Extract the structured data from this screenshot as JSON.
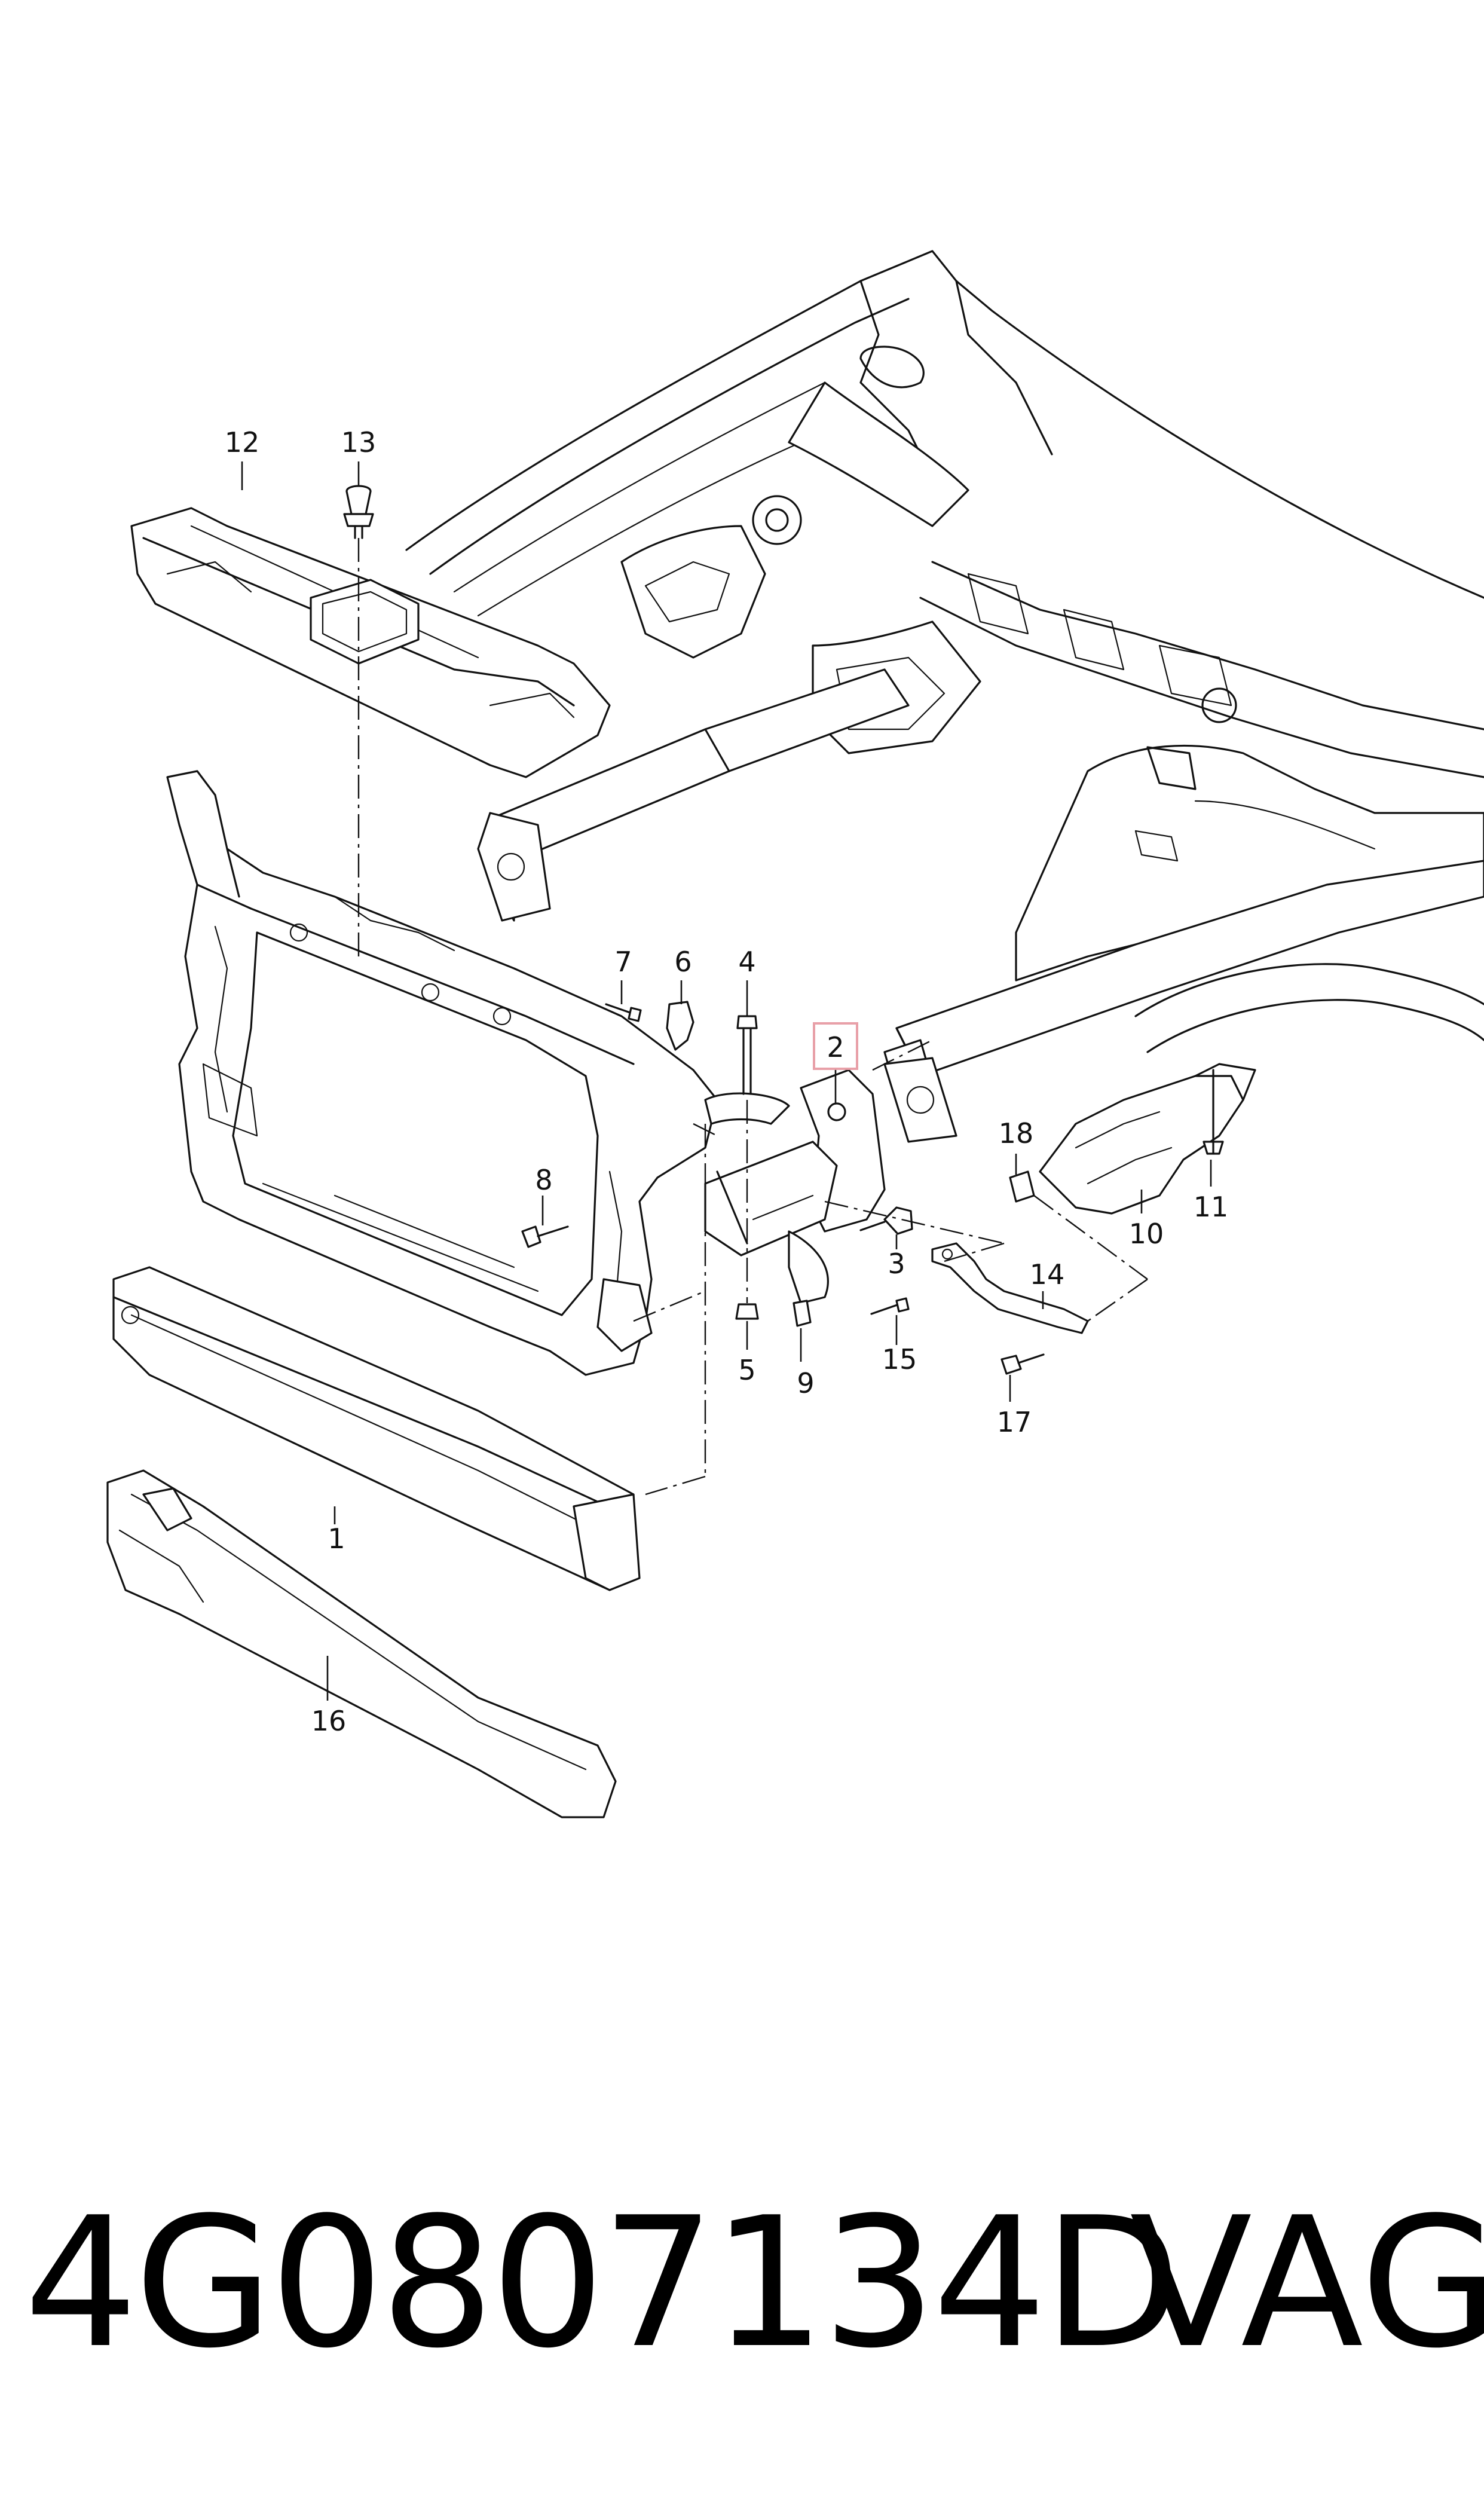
{
  "callouts": [
    "1",
    "2",
    "3",
    "4",
    "5",
    "6",
    "7",
    "8",
    "9",
    "10",
    "11",
    "12",
    "13",
    "14",
    "15",
    "16",
    "17",
    "18"
  ],
  "highlight_color": "#e8a0a8",
  "highlighted_callout": "2",
  "footer": {
    "part_number": "4G0807134D",
    "brand": "VAG"
  }
}
